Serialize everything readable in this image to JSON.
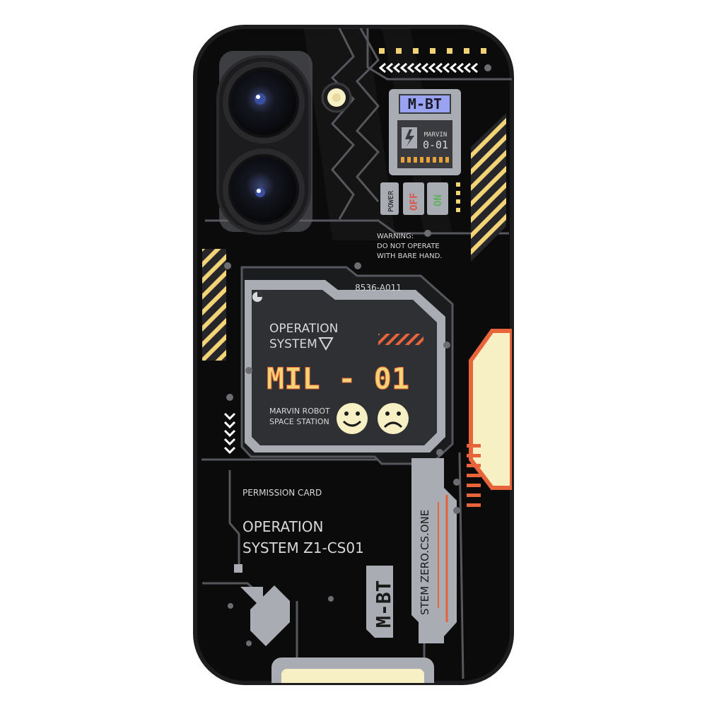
{
  "colors": {
    "case_body": "#0b0b0c",
    "case_edge": "#1d1d1f",
    "panel_gray": "#a9acb3",
    "panel_dark": "#3a3b3f",
    "screen_fill": "#2f3033",
    "accent_orange": "#e8643a",
    "accent_cream": "#f6f0c4",
    "accent_yellow": "#f2d477",
    "badge_blue": "#9aa3f2",
    "switch_red": "#d9584b",
    "switch_green": "#5fb35f",
    "text_light": "#d8d8d8"
  },
  "icons": {
    "camera": "camera-lens-icon",
    "flash": "flash-icon",
    "screw": "screw-icon",
    "lightning": "lightning-icon",
    "triangle": "down-triangle-icon",
    "smile": "smiley-face-icon",
    "sad": "sad-face-icon",
    "chevrons_left": "chevron-left-icon",
    "chevrons_down": "chevron-down-icon"
  },
  "labels": {
    "badge": "M-BT",
    "marvin_line1": "MARVIN",
    "marvin_line2": "0-01",
    "power": "POWER",
    "off": "OFF",
    "on": "ON",
    "warning_line1": "WARNING:",
    "warning_line2": "DO NOT OPERATE",
    "warning_line3": "WITH BARE HAND.",
    "serial": "8536-A011",
    "os_line1": "OPERATION",
    "os_line2": "SYSTEM",
    "model": "MIL - 01",
    "station_line1": "MARVIN ROBOT",
    "station_line2": "SPACE STATION",
    "permission": "PERMISSION CARD",
    "system_line1": "OPERATION",
    "system_line2": "SYSTEM Z1-CS01",
    "vertical_code": "STEM ZERO.CS.ONE",
    "vertical_badge": "M-BT"
  }
}
